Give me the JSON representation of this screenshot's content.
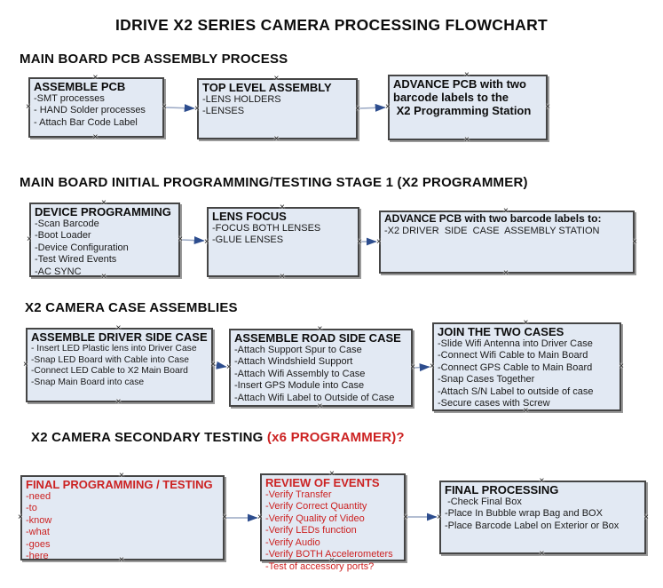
{
  "title": "IDRIVE X2  SERIES CAMERA PROCESSING FLOWCHART",
  "icons": {
    "connection_point": "×"
  },
  "colors": {
    "box_fill": "#e2e9f3",
    "box_border": "#454545",
    "connector_line": "#9aa8c4",
    "connector_arrow": "#2d4d8e",
    "alert_red": "#cc2222"
  },
  "sections": [
    {
      "header": "MAIN BOARD PCB ASSEMBLY PROCESS",
      "header_red": "",
      "boxes": [
        {
          "title": "ASSEMBLE PCB",
          "items": [
            "-SMT processes",
            "- HAND Solder processes",
            "- Attach Bar Code Label"
          ]
        },
        {
          "title": "TOP LEVEL ASSEMBLY",
          "items": [
            "-LENS HOLDERS",
            "-LENSES"
          ]
        },
        {
          "title": "ADVANCE PCB with two barcode labels to the\n X2 Programming Station",
          "items": []
        }
      ]
    },
    {
      "header": "MAIN BOARD INITIAL PROGRAMMING/TESTING STAGE 1 (X2 PROGRAMMER)",
      "header_red": "",
      "boxes": [
        {
          "title": "DEVICE PROGRAMMING",
          "items": [
            "-Scan Barcode",
            "-Boot Loader",
            "-Device Configuration",
            "-Test Wired Events",
            "-AC SYNC"
          ]
        },
        {
          "title": "LENS FOCUS",
          "items": [
            "-FOCUS BOTH LENSES",
            "-GLUE LENSES"
          ]
        },
        {
          "title": "ADVANCE PCB with two barcode labels to:",
          "items": [
            "-X2 DRIVER  SIDE  CASE  ASSEMBLY STATION"
          ]
        }
      ]
    },
    {
      "header": "X2 CAMERA CASE ASSEMBLIES",
      "header_red": "",
      "boxes": [
        {
          "title": "ASSEMBLE DRIVER SIDE CASE",
          "items": [
            "- Insert LED Plastic lens into Driver Case",
            "-Snap LED Board with Cable into Case",
            "-Connect LED Cable to X2 Main Board",
            "-Snap Main Board into case"
          ]
        },
        {
          "title": "ASSEMBLE ROAD SIDE CASE",
          "items": [
            "-Attach Support Spur to Case",
            "-Attach Windshield Support",
            "-Attach Wifi Assembly to Case",
            "-Insert GPS Module into Case",
            "-Attach Wifi Label to Outside of Case"
          ]
        },
        {
          "title": "JOIN THE TWO CASES",
          "items": [
            "-Slide Wifi Antenna into Driver Case",
            "-Connect Wifi Cable to Main Board",
            "-Connect GPS Cable to Main Board",
            "-Snap Cases Together",
            "-Attach S/N Label to outside of case",
            "-Secure cases with Screw"
          ]
        }
      ]
    },
    {
      "header": "X2 CAMERA SECONDARY TESTING ",
      "header_red": " (x6 PROGRAMMER)?",
      "boxes": [
        {
          "title": "FINAL PROGRAMMING / TESTING",
          "items": [
            "-need",
            "-to",
            "-know",
            "-what",
            "-goes",
            "-here"
          ]
        },
        {
          "title": "REVIEW OF EVENTS",
          "items": [
            "-Verify Transfer",
            "-Verify Correct Quantity",
            "-Verify Quality of Video",
            "-Verify LEDs function",
            "-Verify Audio",
            "-Verify BOTH Accelerometers",
            "-Test of accessory ports?"
          ]
        },
        {
          "title": "FINAL PROCESSING",
          "items": [
            " -Check Final Box",
            "-Place In Bubble wrap Bag and BOX",
            "-Place Barcode Label on Exterior or Box"
          ]
        }
      ]
    }
  ]
}
